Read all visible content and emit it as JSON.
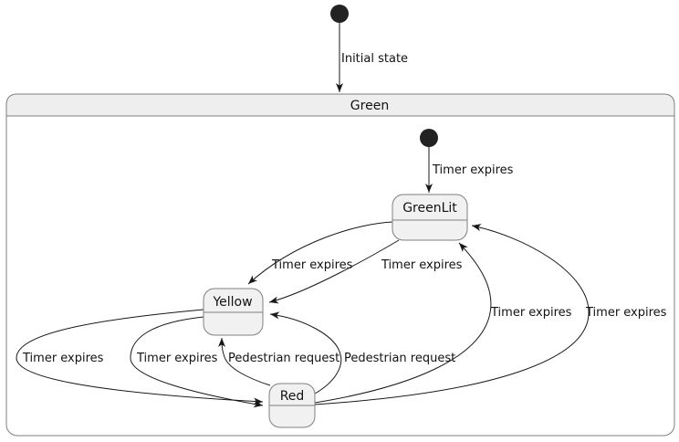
{
  "diagram": {
    "kind": "state-machine",
    "colors": {
      "line": "#181818",
      "state_fill": "#f1f1f1",
      "state_border": "#7f7f7f",
      "composite_title_fill": "#eeeeee",
      "initial_dot": "#222222",
      "text": "#121212"
    },
    "composite": {
      "name": "Green"
    },
    "states": [
      {
        "name": "GreenLit"
      },
      {
        "name": "Yellow"
      },
      {
        "name": "Red"
      }
    ],
    "transitions": [
      {
        "from": "initial",
        "to": "Green",
        "label": "Initial state"
      },
      {
        "from": "inner-initial",
        "to": "GreenLit",
        "label": "Timer expires"
      },
      {
        "from": "GreenLit",
        "to": "Yellow",
        "label": "Timer expires"
      },
      {
        "from": "GreenLit",
        "to": "Yellow",
        "label": "Timer expires"
      },
      {
        "from": "Yellow",
        "to": "Red",
        "label": "Timer expires"
      },
      {
        "from": "Yellow",
        "to": "Red",
        "label": "Timer expires"
      },
      {
        "from": "Red",
        "to": "Yellow",
        "label": "Pedestrian request"
      },
      {
        "from": "Red",
        "to": "Yellow",
        "label": "Pedestrian request"
      },
      {
        "from": "Red",
        "to": "GreenLit",
        "label": "Timer expires"
      },
      {
        "from": "Red",
        "to": "GreenLit",
        "label": "Timer expires"
      }
    ]
  }
}
